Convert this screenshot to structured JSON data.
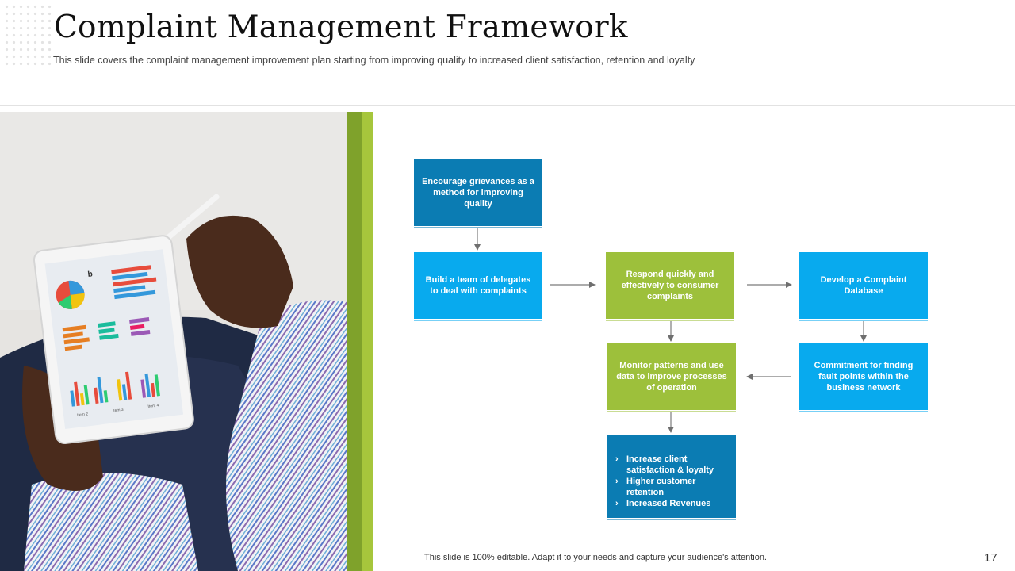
{
  "title": "Complaint Management Framework",
  "subtitle": "This slide covers the complaint management improvement plan starting from improving quality to increased client satisfaction, retention and loyalty",
  "boxes": {
    "encourage": "Encourage grievances as a method for improving quality",
    "team": "Build a team of delegates to deal with complaints",
    "respond": "Respond quickly and effectively to consumer complaints",
    "database": "Develop a Complaint Database",
    "monitor": "Monitor patterns and use data to improve processes of operation",
    "commitment": "Commitment for finding fault points within the business network"
  },
  "outcomes": [
    "Increase client satisfaction & loyalty",
    "Higher customer retention",
    "Increased Revenues"
  ],
  "tablet_labels": [
    "b",
    "Item 2",
    "Item 3",
    "Item 4"
  ],
  "footer": "This slide is 100% editable. Adapt it to your needs and capture your audience's attention.",
  "page_number": "17",
  "colors": {
    "dark_blue": "#0b7cb3",
    "light_blue": "#08aaee",
    "green": "#9dc03b",
    "accent_bar_dark": "#7fa22b",
    "accent_bar_light": "#a6c63c"
  }
}
